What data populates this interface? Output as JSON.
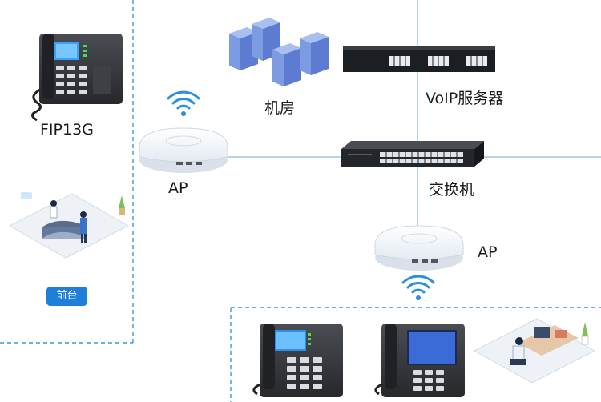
{
  "labels": {
    "phone_left": "FIP13G",
    "ap_left": "AP",
    "server_room": "机房",
    "voip_server": "VoIP服务器",
    "switch": "交换机",
    "ap_right": "AP",
    "reception_badge": "前台"
  },
  "colors": {
    "line": "#9cc7e6",
    "dashed_border": "#3a97d8",
    "wifi": "#2a8fe0",
    "badge": "#1e7fd9",
    "server_blue": "#7d9be0"
  },
  "icons": [
    "wifi-icon",
    "server-rack-icon",
    "switch-icon",
    "ip-phone-icon",
    "access-point-icon",
    "reception-desk-icon",
    "office-desk-icon"
  ]
}
